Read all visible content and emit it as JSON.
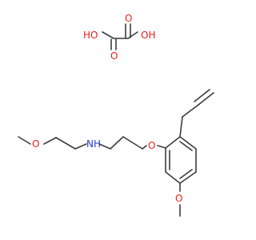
{
  "atom_labels": {
    "oxalic_ho_left": "HO",
    "oxalic_o_left": "O",
    "oxalic_o_right": "O",
    "oxalic_oh_right": "OH",
    "methoxy_o_chain": "O",
    "amine": "NH",
    "ether_o": "O",
    "methoxy_o_ring": "O"
  },
  "colors": {
    "bond": "#3c3c3c",
    "oxygen": "#ee1c1c",
    "nitrogen": "#2a3cc8",
    "background": "#ffffff"
  }
}
